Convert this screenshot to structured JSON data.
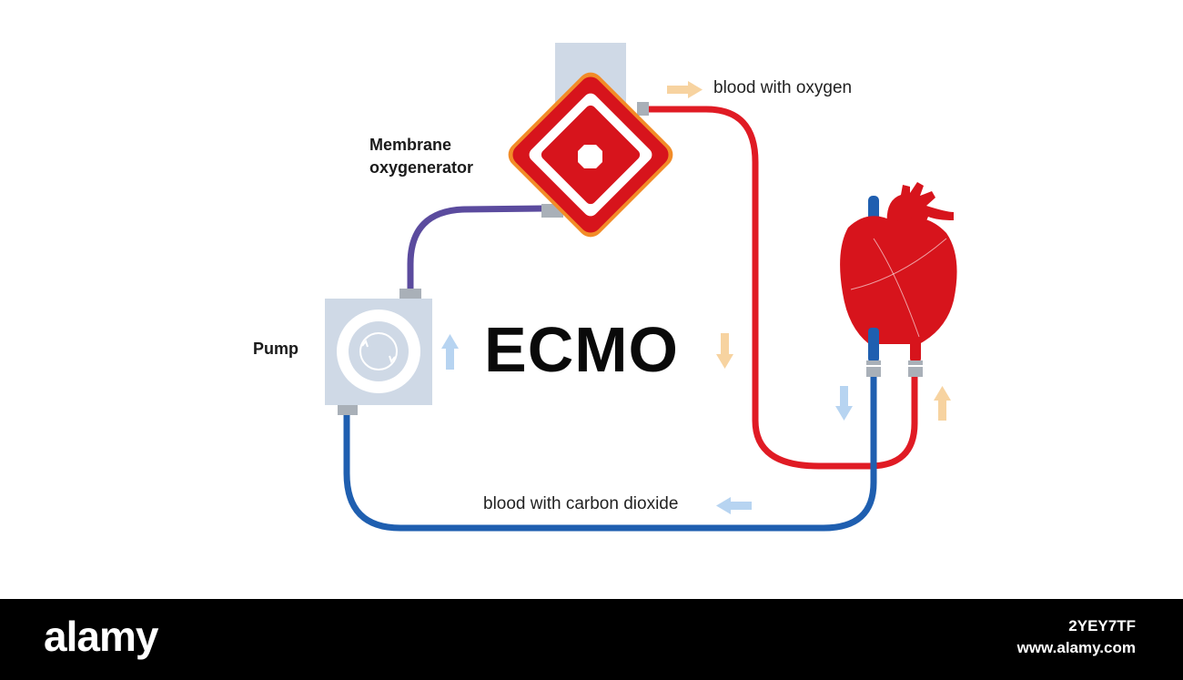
{
  "diagram": {
    "title": "ECMO",
    "labels": {
      "membrane_line1": "Membrane",
      "membrane_line2": "oxygenerator",
      "pump": "Pump",
      "oxygen": "blood with oxygen",
      "co2": "blood with carbon dioxide"
    },
    "colors": {
      "oxygenated_tube": "#e01b24",
      "deoxygenated_tube": "#1f5fb0",
      "pump_to_oxygenator_tube": "#5b4b9e",
      "heart": "#d7141c",
      "oxygenator_border": "#f28c28",
      "device_housing": "#cfd9e6",
      "arrow_oxygen": "#f7d3a0",
      "arrow_co2": "#b7d4f1"
    }
  },
  "footer": {
    "brand": "alamy",
    "image_id": "2YEY7TF",
    "url": "www.alamy.com"
  }
}
